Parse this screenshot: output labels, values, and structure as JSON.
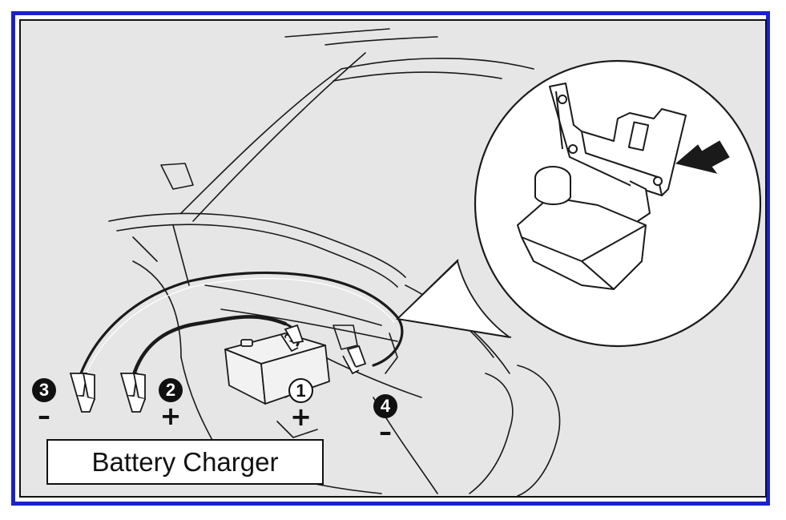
{
  "labels": {
    "step3": {
      "number": "3",
      "polarity": "–"
    },
    "step2": {
      "number": "2",
      "polarity": "+"
    },
    "step1": {
      "number": "1",
      "polarity": "+"
    },
    "step4": {
      "number": "4",
      "polarity": "–"
    }
  },
  "caption": "Battery Charger",
  "colors": {
    "frame_border": "#1a22c8",
    "background": "#e6e6e6",
    "line": "#1a1a1a"
  },
  "icons": [
    "jumper-clamp-icon",
    "arrow-icon"
  ]
}
